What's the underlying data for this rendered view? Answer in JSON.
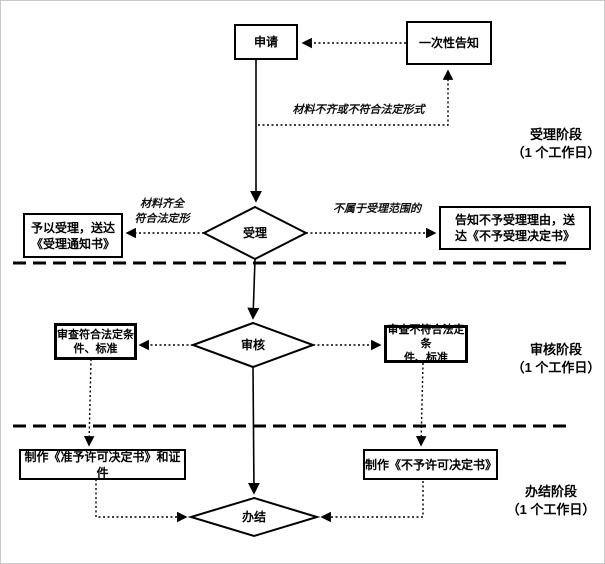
{
  "nodes": {
    "apply": {
      "label": "申请"
    },
    "one_time_notice": {
      "label": "一次性告知"
    },
    "accept": {
      "label": "受理"
    },
    "review": {
      "label": "审核"
    },
    "complete": {
      "label": "办结"
    },
    "accept_yes": {
      "lines": [
        "予以受理，送达",
        "《受理通知书》"
      ]
    },
    "accept_no": {
      "lines": [
        "告知不予受理理由，送",
        "达《不予受理决定书》"
      ]
    },
    "review_pass": {
      "lines": [
        "审查符合法定条",
        "件、标准"
      ]
    },
    "review_fail": {
      "lines": [
        "审查不符合法定条",
        "件、标准"
      ]
    },
    "make_approve": {
      "label": "制作《准予许可决定书》和证件"
    },
    "make_deny": {
      "label": "制作《不予许可决定书》"
    }
  },
  "annotations": {
    "materials_incomplete": {
      "label": "材料不齐或不符合法定形式"
    },
    "materials_complete": {
      "lines": [
        "材料齐全",
        "符合法定形"
      ]
    },
    "not_in_scope": {
      "label": "不属于受理范围的"
    }
  },
  "stages": [
    {
      "name": "受理阶段",
      "duration": "（1 个工作日）"
    },
    {
      "name": "审核阶段",
      "duration": "（1 个工作日）"
    },
    {
      "name": "办结阶段",
      "duration": "（1 个工作日）"
    }
  ],
  "colors": {
    "line": "#000000",
    "background": "#ffffff",
    "frame": "#c9c9c9"
  }
}
